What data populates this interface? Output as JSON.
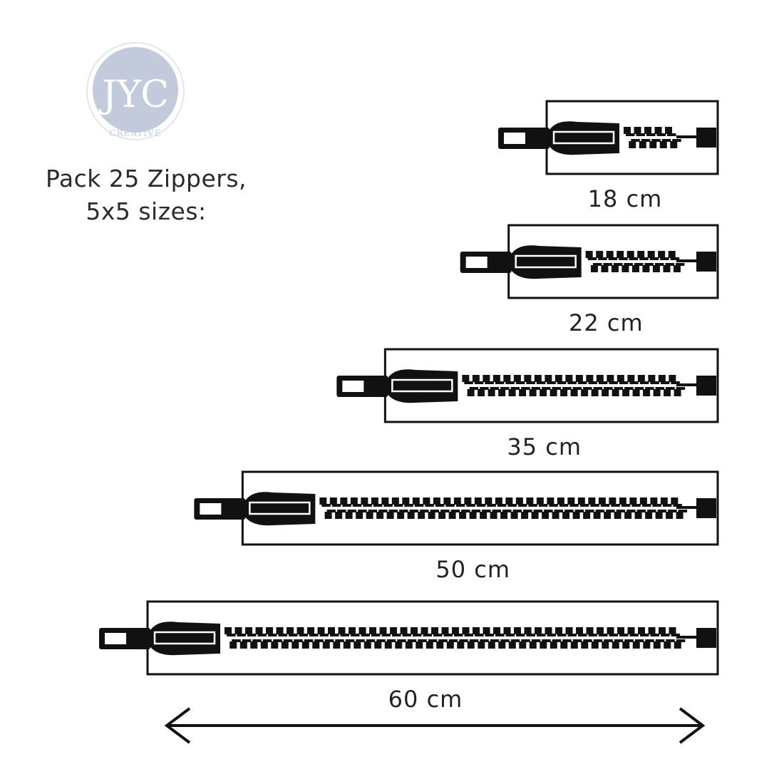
{
  "logo": {
    "monogram": "JYC",
    "tagline": "CREATIVE",
    "circle_color": "#c3cadb",
    "ring_color": "#e3e6ee"
  },
  "heading": {
    "line1": "Pack 25 Zippers,",
    "line2": "5x5 sizes:"
  },
  "zippers": [
    {
      "label": "18 cm",
      "length_cm": 18
    },
    {
      "label": "22 cm",
      "length_cm": 22
    },
    {
      "label": "35 cm",
      "length_cm": 35
    },
    {
      "label": "50 cm",
      "length_cm": 50
    },
    {
      "label": "60 cm",
      "length_cm": 60
    }
  ],
  "colors": {
    "ink": "#111111",
    "text": "#222222"
  }
}
